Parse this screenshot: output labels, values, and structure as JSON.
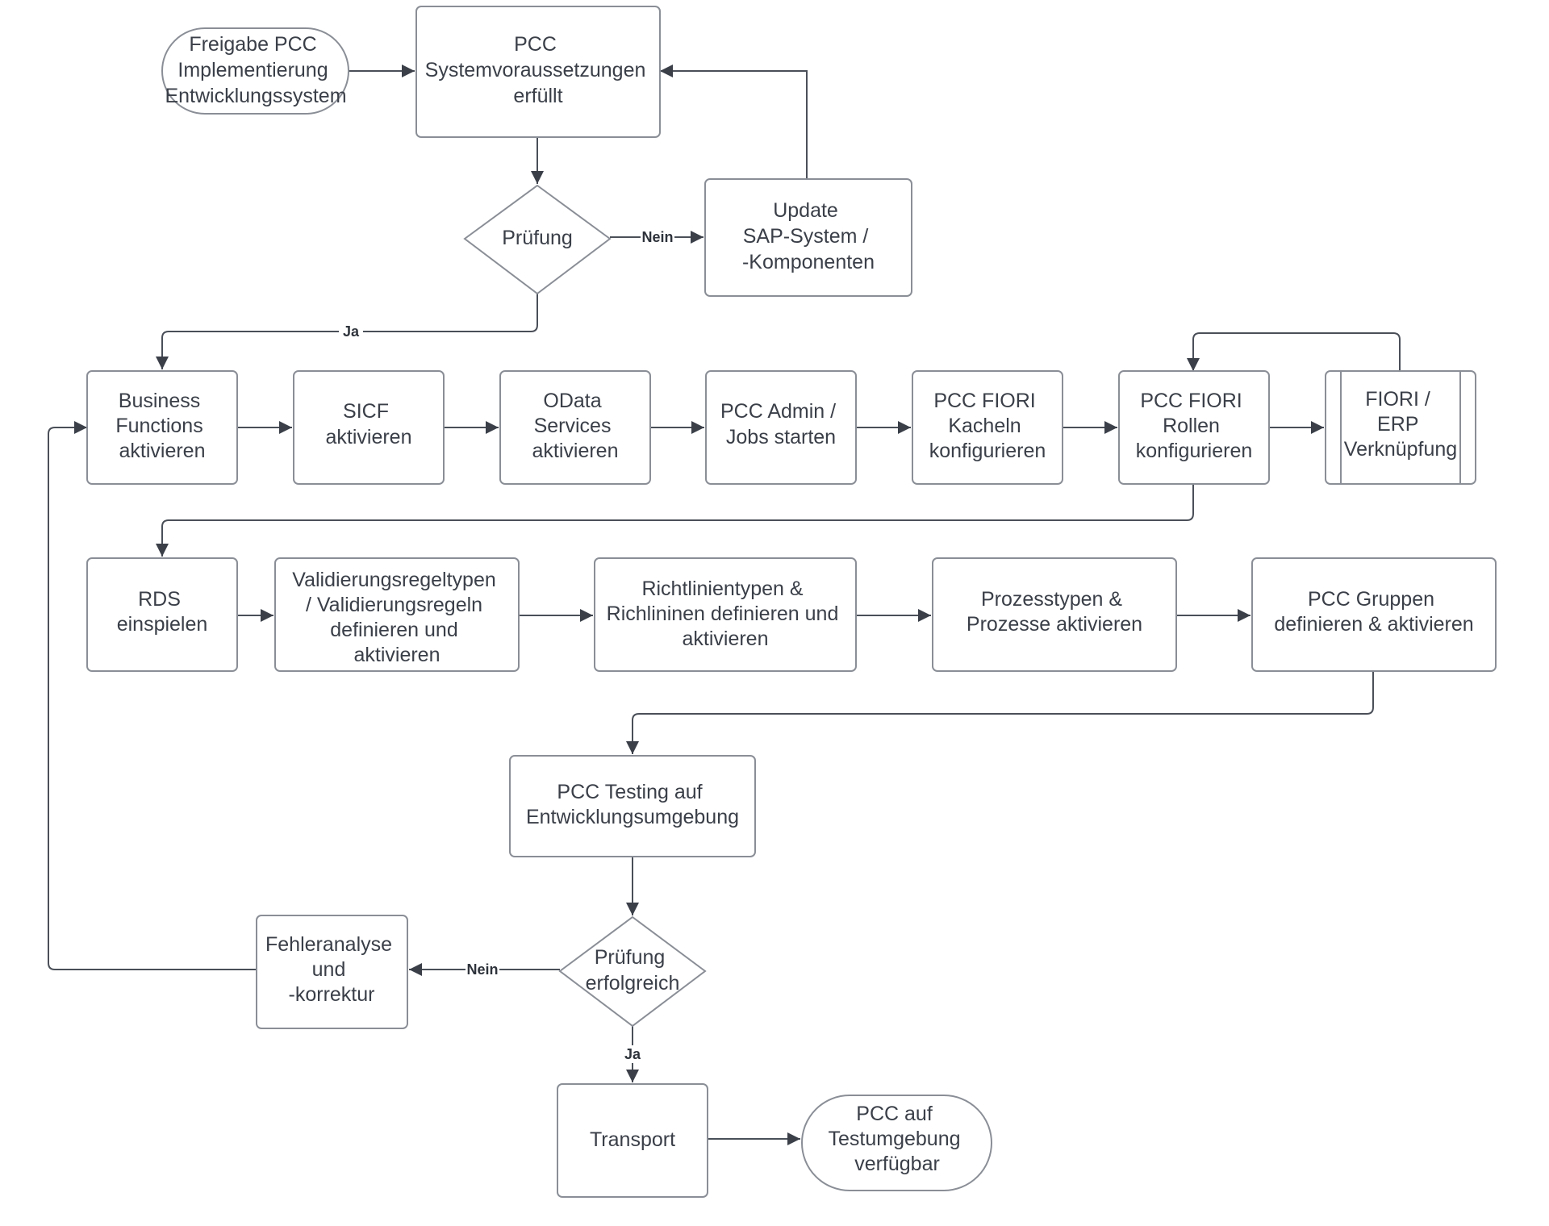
{
  "diagram": {
    "nodes": {
      "start": {
        "lines": [
          "Freigabe PCC",
          "Implementierung",
          "Entwicklungssystem"
        ]
      },
      "sysreq": {
        "lines": [
          "PCC",
          "Systemvoraussetzungen",
          "erfüllt"
        ]
      },
      "check1": {
        "lines": [
          "Prüfung"
        ]
      },
      "update": {
        "lines": [
          "Update",
          "SAP-System /",
          "-Komponenten"
        ]
      },
      "bf": {
        "lines": [
          "Business",
          "Functions",
          "aktivieren"
        ]
      },
      "sicf": {
        "lines": [
          "SICF",
          "aktivieren"
        ]
      },
      "odata": {
        "lines": [
          "OData",
          "Services",
          "aktivieren"
        ]
      },
      "admin": {
        "lines": [
          "PCC Admin /",
          "Jobs starten"
        ]
      },
      "kacheln": {
        "lines": [
          "PCC FIORI",
          "Kacheln",
          "konfigurieren"
        ]
      },
      "rollen": {
        "lines": [
          "PCC FIORI",
          "Rollen",
          "konfigurieren"
        ]
      },
      "erp": {
        "lines": [
          "FIORI /",
          "ERP",
          "Verknüpfung"
        ]
      },
      "rds": {
        "lines": [
          "RDS",
          "einspielen"
        ]
      },
      "valid": {
        "lines": [
          "Validierungsregeltypen",
          "/ Validierungsregeln",
          "definieren und",
          "aktivieren"
        ]
      },
      "richt": {
        "lines": [
          "Richtlinientypen &",
          "Richlininen definieren und",
          "aktivieren"
        ]
      },
      "proz": {
        "lines": [
          "Prozesstypen &",
          "Prozesse aktivieren"
        ]
      },
      "gruppen": {
        "lines": [
          "PCC Gruppen",
          "definieren & aktivieren"
        ]
      },
      "testing": {
        "lines": [
          "PCC Testing auf",
          "Entwicklungsumgebung"
        ]
      },
      "check2": {
        "lines": [
          "Prüfung",
          "erfolgreich"
        ]
      },
      "fehler": {
        "lines": [
          "Fehleranalyse",
          "und",
          "-korrektur"
        ]
      },
      "transport": {
        "lines": [
          "Transport"
        ]
      },
      "end": {
        "lines": [
          "PCC auf",
          "Testumgebung",
          "verfügbar"
        ]
      }
    },
    "edge_labels": {
      "nein_1": "Nein",
      "ja_1": "Ja",
      "nein_2": "Nein",
      "ja_2": "Ja"
    }
  }
}
